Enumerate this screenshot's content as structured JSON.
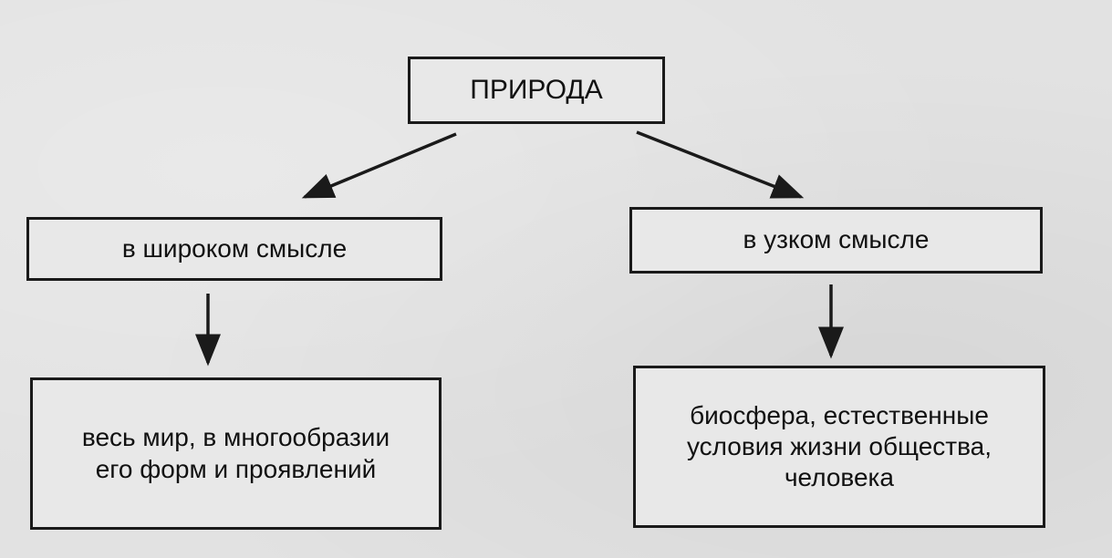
{
  "diagram": {
    "root": {
      "label": "ПРИРОДА"
    },
    "branches": [
      {
        "label": "в широком смысле",
        "description": "весь мир, в многообразии\nего форм и проявлений"
      },
      {
        "label": "в узком смысле",
        "description": "биосфера, естественные\nусловия жизни общества,\nчеловека"
      }
    ],
    "colors": {
      "background": "#e3e3e3",
      "ink": "#1a1a1a"
    }
  }
}
